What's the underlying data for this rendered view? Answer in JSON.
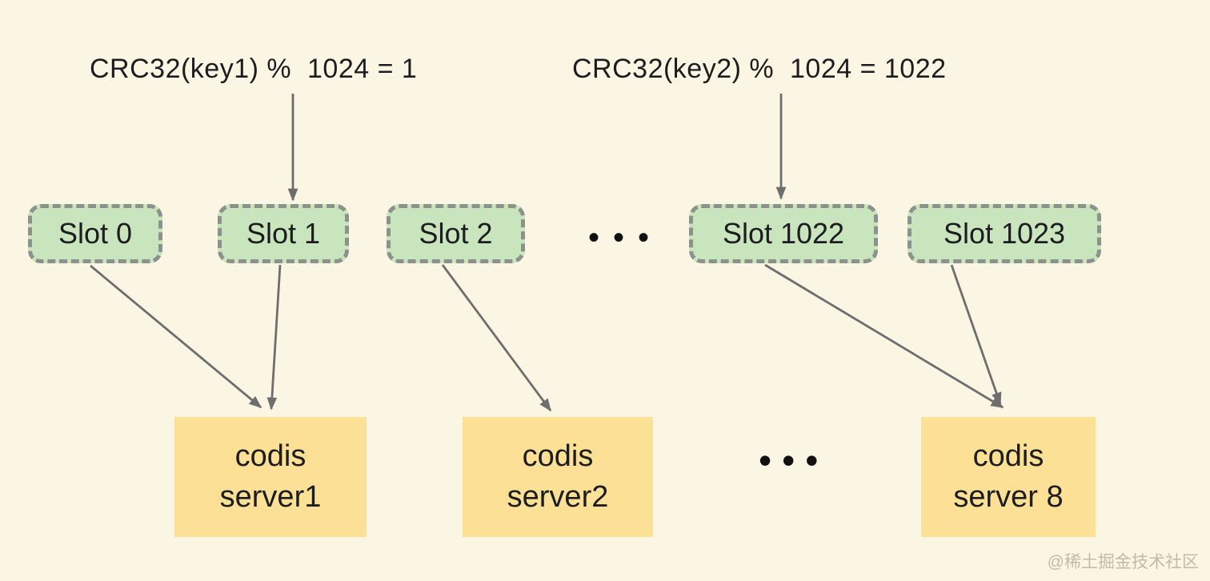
{
  "colors": {
    "background": "#faf6e3",
    "slot_fill": "#c9e5bd",
    "slot_border": "#8c928b",
    "server_fill": "#fbe096",
    "arrow": "#6e6e6e",
    "text": "#1d1d1f",
    "watermark_color": "#c2bba4"
  },
  "formulas": [
    {
      "text": "CRC32(key1) %  1024 = 1",
      "points_to": "Slot 1"
    },
    {
      "text": "CRC32(key2) %  1024 = 1022",
      "points_to": "Slot 1022"
    }
  ],
  "slots": [
    {
      "label": "Slot 0"
    },
    {
      "label": "Slot 1"
    },
    {
      "label": "Slot 2"
    },
    {
      "label": "Slot 1022"
    },
    {
      "label": "Slot 1023"
    }
  ],
  "ellipsis": {
    "slots": "•••",
    "servers": "•••"
  },
  "servers": [
    {
      "line1": "codis",
      "line2": "server1"
    },
    {
      "line1": "codis",
      "line2": "server2"
    },
    {
      "line1": "codis",
      "line2": "server 8"
    }
  ],
  "connections": [
    {
      "from": "CRC32(key1) %  1024 = 1",
      "to": "Slot 1"
    },
    {
      "from": "CRC32(key2) %  1024 = 1022",
      "to": "Slot 1022"
    },
    {
      "from": "Slot 0",
      "to": "codis server1"
    },
    {
      "from": "Slot 1",
      "to": "codis server1"
    },
    {
      "from": "Slot 2",
      "to": "codis server2"
    },
    {
      "from": "Slot 1022",
      "to": "codis server 8"
    },
    {
      "from": "Slot 1023",
      "to": "codis server 8"
    }
  ],
  "watermark": "@稀土掘金技术社区"
}
